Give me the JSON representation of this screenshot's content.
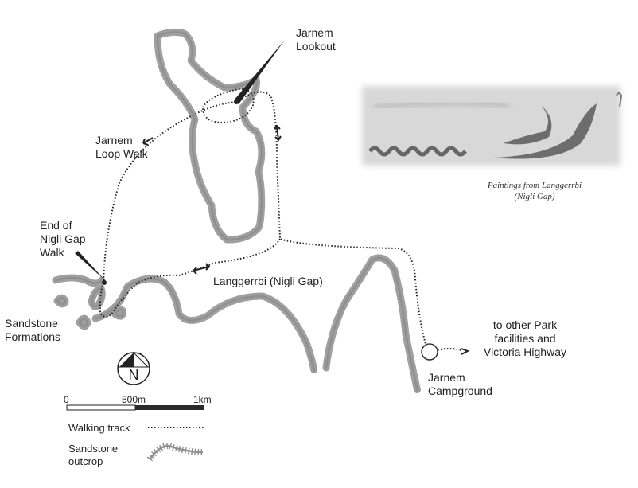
{
  "labels": {
    "lookout": [
      "Jarnem",
      "Lookout"
    ],
    "loop_walk": [
      "Jarnem",
      "Loop Walk"
    ],
    "nigli_end": [
      "End of",
      "Nigli Gap",
      "Walk"
    ],
    "sandstone": [
      "Sandstone",
      "Formations"
    ],
    "langgerrbi": "Langgerrbi (Nigli Gap)",
    "park": [
      "to other Park",
      "facilities and",
      "Victoria Highway"
    ],
    "campground": [
      "Jarnem",
      "Campground"
    ]
  },
  "caption": [
    "Paintings from Langgerrbi",
    "(Nigli Gap)"
  ],
  "compass": "N",
  "scale": {
    "start": "0",
    "mid": "500m",
    "end": "1km"
  },
  "legend": {
    "walking_track": "Walking track",
    "outcrop": [
      "Sandstone",
      "outcrop"
    ]
  },
  "colors": {
    "outcrop": "#8f8f8f",
    "track": "#222222",
    "scale_dark": "#2a2a2a"
  }
}
